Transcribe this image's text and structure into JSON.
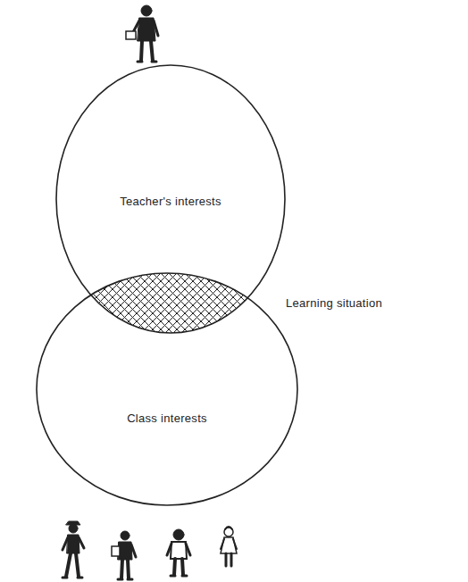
{
  "diagram": {
    "nodes": [
      {
        "text": [
          "Teacher's interests"
        ]
      },
      {
        "text": [
          "Class interests"
        ]
      }
    ],
    "labels": [
      "Learning situation"
    ]
  }
}
